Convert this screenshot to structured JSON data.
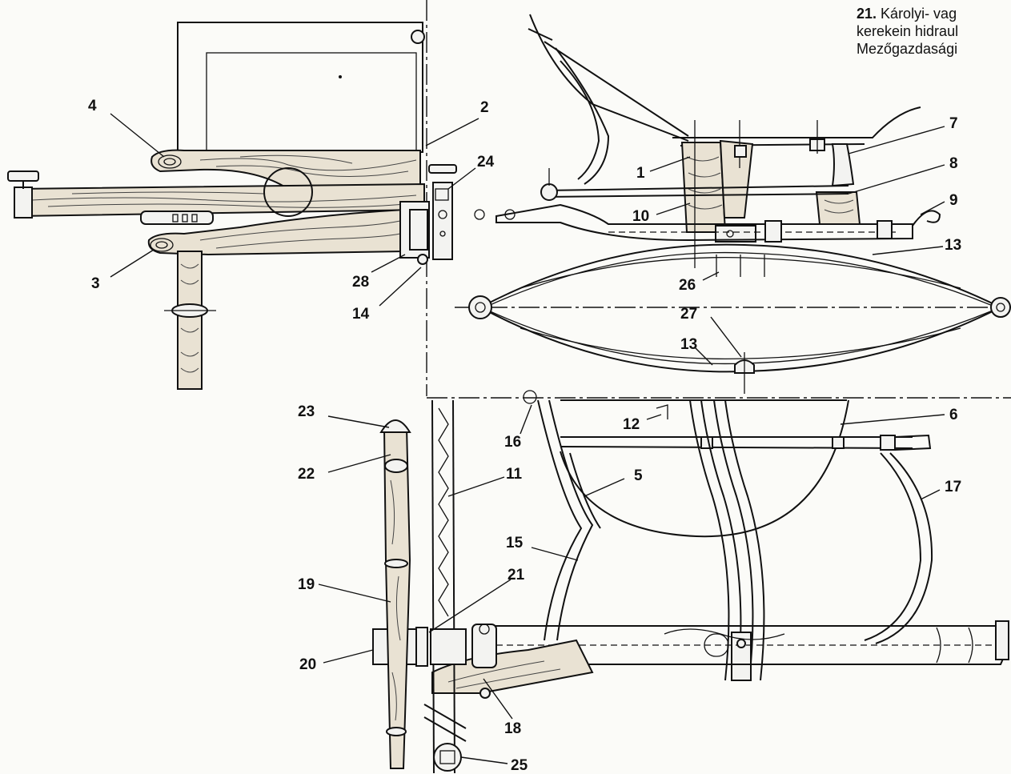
{
  "caption": {
    "number": "21.",
    "line1": "Károlyi- vag",
    "line2": "kerekein hidraul",
    "line3": "Mezőgazdasági"
  },
  "callouts": [
    "4",
    "2",
    "24",
    "1",
    "7",
    "8",
    "9",
    "10",
    "13",
    "26",
    "27",
    "13",
    "3",
    "28",
    "14",
    "23",
    "22",
    "16",
    "12",
    "6",
    "11",
    "5",
    "17",
    "15",
    "21",
    "19",
    "20",
    "18",
    "25"
  ],
  "colors": {
    "ink": "#111111",
    "paper": "#fbfbf8",
    "wood": "#e9e2d3"
  }
}
